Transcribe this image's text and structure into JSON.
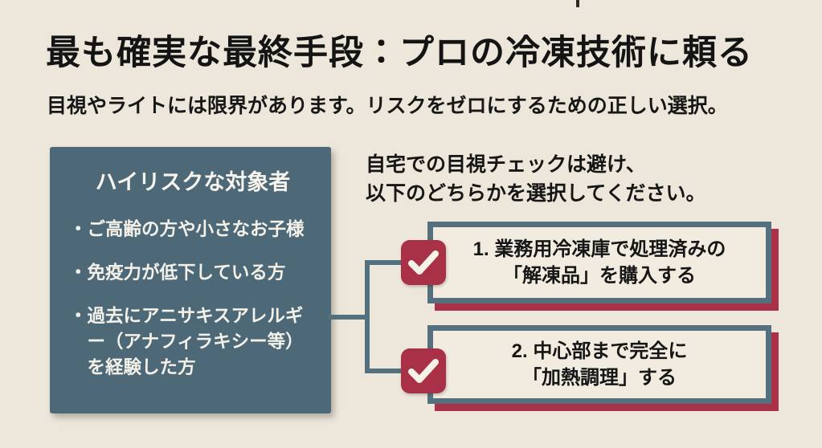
{
  "page": {
    "background_color": "#ece7da",
    "accent_slate": "#4d6877",
    "accent_border": "#54707e",
    "accent_crimson": "#a93147"
  },
  "header": {
    "title": "最も確実な最終手段：プロの冷凍技術に頼る",
    "subtitle": "目視やライトには限界があります。リスクをゼロにするための正しい選択。"
  },
  "high_risk_panel": {
    "title": "ハイリスクな対象者",
    "bullet_prefix": "・",
    "bullets": [
      "ご高齢の方や小さなお子様",
      "免疫力が低下している方",
      "過去にアニサキスアレルギー（アナフィラキシー等）を経験した方"
    ]
  },
  "selection": {
    "instruction_line1": "自宅での目視チェックは避け、",
    "instruction_line2": "以下のどちらかを選択してください。",
    "options": [
      {
        "line1": "1. 業務用冷凍庫で処理済みの",
        "line2": "「解凍品」を購入する"
      },
      {
        "line1": "2. 中心部まで完全に",
        "line2": "「加熱調理」する"
      }
    ]
  },
  "icons": {
    "check": "checkmark"
  }
}
